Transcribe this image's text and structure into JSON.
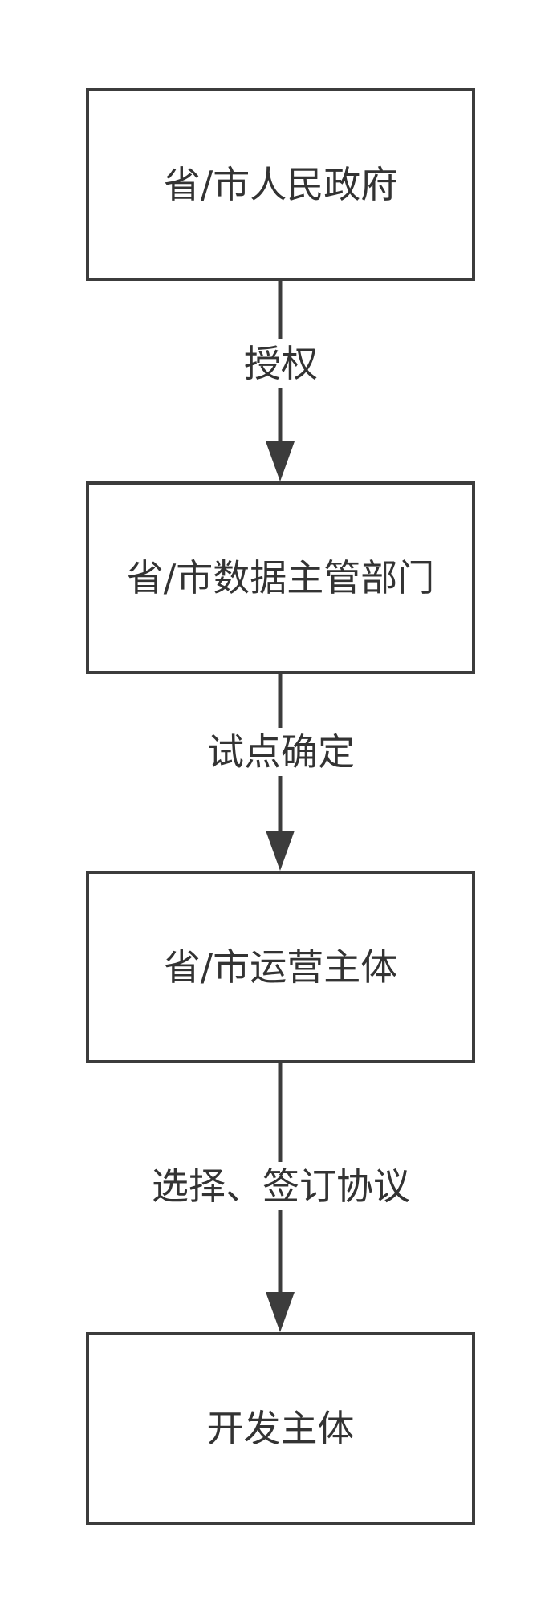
{
  "nodes": [
    {
      "label": "省/市人民政府"
    },
    {
      "label": "省/市数据主管部门"
    },
    {
      "label": "省/市运营主体"
    },
    {
      "label": "开发主体"
    }
  ],
  "edges": [
    {
      "label": "授权"
    },
    {
      "label": "试点确定"
    },
    {
      "label": "选择、签订协议"
    }
  ],
  "colors": {
    "line": "#3c3c3c",
    "text": "#333333",
    "background": "#ffffff"
  }
}
